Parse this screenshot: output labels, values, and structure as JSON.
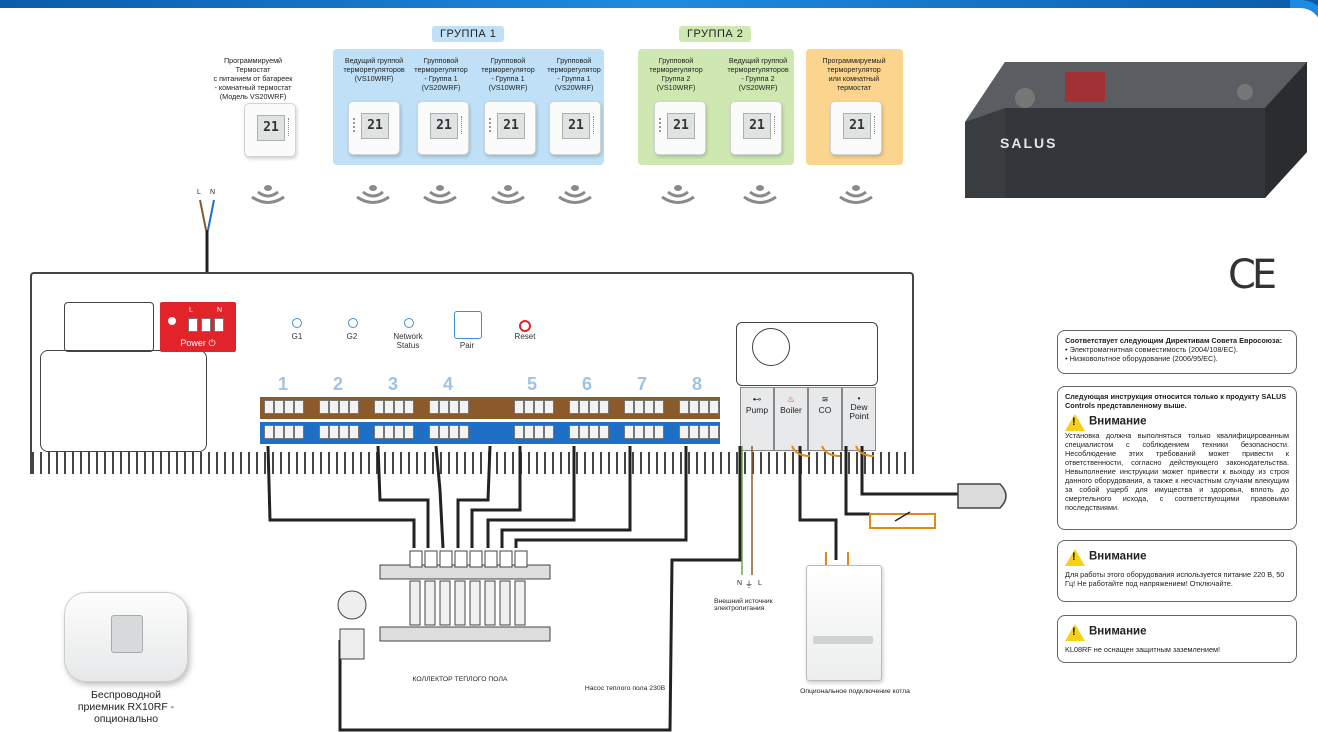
{
  "group1": {
    "title": "ГРУППА 1"
  },
  "group2": {
    "title": "ГРУППА 2"
  },
  "thermostats": [
    {
      "caption": "Программируемй Термостат\nс питанием от батареек\n- комнатный термостат\n(Модель VS20WRF)",
      "display": "21"
    },
    {
      "caption": "Ведущий группой\nтерморегуляторов\n(VS10WRF)",
      "display": "21"
    },
    {
      "caption": "Групповой\nтерморегулятор\n- Группа 1\n(VS20WRF)",
      "display": "21"
    },
    {
      "caption": "Групповой\nтерморегулятор\n- Группа 1\n(VS10WRF)",
      "display": "21"
    },
    {
      "caption": "Групповой\nтерморегулятор\n- Группа 1\n(VS20WRF)",
      "display": "21"
    },
    {
      "caption": "Групповой\nтерморегулятор\nГруппа 2\n(VS10WRF)",
      "display": "21"
    },
    {
      "caption": "Ведущий группой\nтерморегуляторов\n- Группа 2\n(VS20WRF)",
      "display": "21"
    },
    {
      "caption": "Программируемый\nтерморегулятор\nили комнатный\nтермостат",
      "display": "21"
    }
  ],
  "controller": {
    "brand": "SALUS"
  },
  "ce_mark": "CE",
  "board": {
    "power": {
      "label": "Power",
      "L": "L",
      "N": "N"
    },
    "mains_L": "L",
    "mains_N": "N",
    "leds": [
      {
        "label": "G1"
      },
      {
        "label": "G2"
      },
      {
        "label": "Network\nStatus"
      }
    ],
    "pair_label": "Pair",
    "reset_label": "Reset",
    "zones": [
      "1",
      "2",
      "3",
      "4",
      "5",
      "6",
      "7",
      "8"
    ],
    "outputs": [
      {
        "label": "Pump"
      },
      {
        "label": "Boiler"
      },
      {
        "label": "CO"
      },
      {
        "label": "Dew\nPoint"
      }
    ]
  },
  "external_power": {
    "label": "Внешний источник\nэлектропитания",
    "N": "N",
    "L": "L"
  },
  "manifold_caption": "КОЛЛЕКТОР ТЕПЛОГО ПОЛА",
  "pump_caption": "Насос теплого пола 230В",
  "boiler_caption": "Опциональное подключение котла",
  "receiver_caption": "Беспроводной\nприемник RX10RF -\nопционально",
  "directives": {
    "heading": "Соответствует следующим Директивам Совета Евросоюза:",
    "items": [
      "Электромагнитная совместимость (2004/108/EC).",
      "Низковольтное оборудование (2006/95/EC)."
    ]
  },
  "instruction_box": {
    "heading": "Следующая инструкция относится только к продукту SALUS Controls представленному выше.",
    "warning_title": "Внимание",
    "text": "Установка должна выполняться только квалифицированным специалистом с соблюдением техники безопасности. Несоблюдение этих требований может привести к ответственности, согласно действующего законодательства. Невыполнение инструкции может привести к выходу из строя данного оборудования, а также к несчастным случаям влекущим за собой ущерб для имущества и здоровья, вплоть до смертельного исхода, с соответствующими правовыми последствиями."
  },
  "warning2": {
    "title": "Внимание",
    "text": "Для работы этого оборудования используется питание 220 В, 50 Гц! Не работайте под напряжением! Отключайте."
  },
  "warning3": {
    "title": "Внимание",
    "text": "KL08RF не оснащен защитным заземлением!"
  },
  "colors": {
    "group1_bg": "#bfe0f6",
    "group2_bg": "#cfe8b2",
    "single_bg": "#fbd58e",
    "power_red": "#e2232a",
    "brown": "#8b5a2b",
    "blue": "#1f6fc6",
    "warning_yellow": "#f7d117"
  }
}
